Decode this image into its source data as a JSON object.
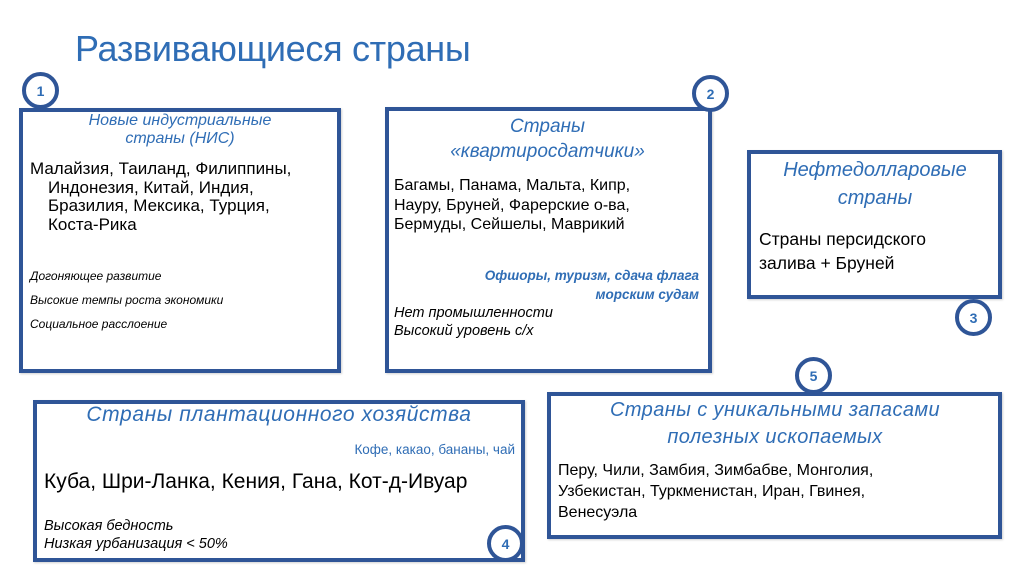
{
  "slide": {
    "title": "Развивающиеся страны",
    "colors": {
      "title": "#2f6db5",
      "border": "#2f5597",
      "heading": "#2f6db5",
      "text": "#000000"
    }
  },
  "boxes": [
    {
      "number": "1",
      "heading": [
        "Новые индустриальные",
        "страны (НИС)"
      ],
      "countries": [
        "Малайзия, Таиланд, Филиппины,",
        "Индонезия, Китай, Индия,",
        "Бразилия, Мексика, Турция,",
        "Коста-Рика"
      ],
      "notes": [
        "Догоняющее развитие",
        "Высокие темпы роста экономики",
        "Социальное расслоение"
      ]
    },
    {
      "number": "2",
      "heading": [
        "Страны",
        "«квартиросдатчики»"
      ],
      "countries": [
        "Багамы, Панама, Мальта, Кипр,",
        "Науру, Бруней, Фарерские о-ва,",
        "Бермуды, Сейшелы, Маврикий"
      ],
      "highlight": [
        "Офшоры, туризм, сдача флага",
        "морским судам"
      ],
      "notes": [
        "Нет промышленности",
        "Высокий уровень с/х"
      ]
    },
    {
      "number": "3",
      "heading": [
        "Нефтедолларовые",
        "страны"
      ],
      "countries": [
        "Страны персидского",
        "залива + Бруней"
      ]
    },
    {
      "number": "4",
      "heading": [
        "Страны плантационного хозяйства"
      ],
      "products": "Кофе, какао, бананы, чай",
      "countries": [
        "Куба, Шри-Ланка, Кения, Гана, Кот-д-Ивуар"
      ],
      "notes": [
        "Высокая бедность",
        "Низкая урбанизация < 50%"
      ]
    },
    {
      "number": "5",
      "heading": [
        "Страны с уникальными запасами",
        "полезных ископаемых"
      ],
      "countries": [
        "Перу, Чили, Замбия, Зимбабве, Монголия,",
        "Узбекистан, Туркменистан, Иран, Гвинея,",
        "Венесуэла"
      ]
    }
  ]
}
